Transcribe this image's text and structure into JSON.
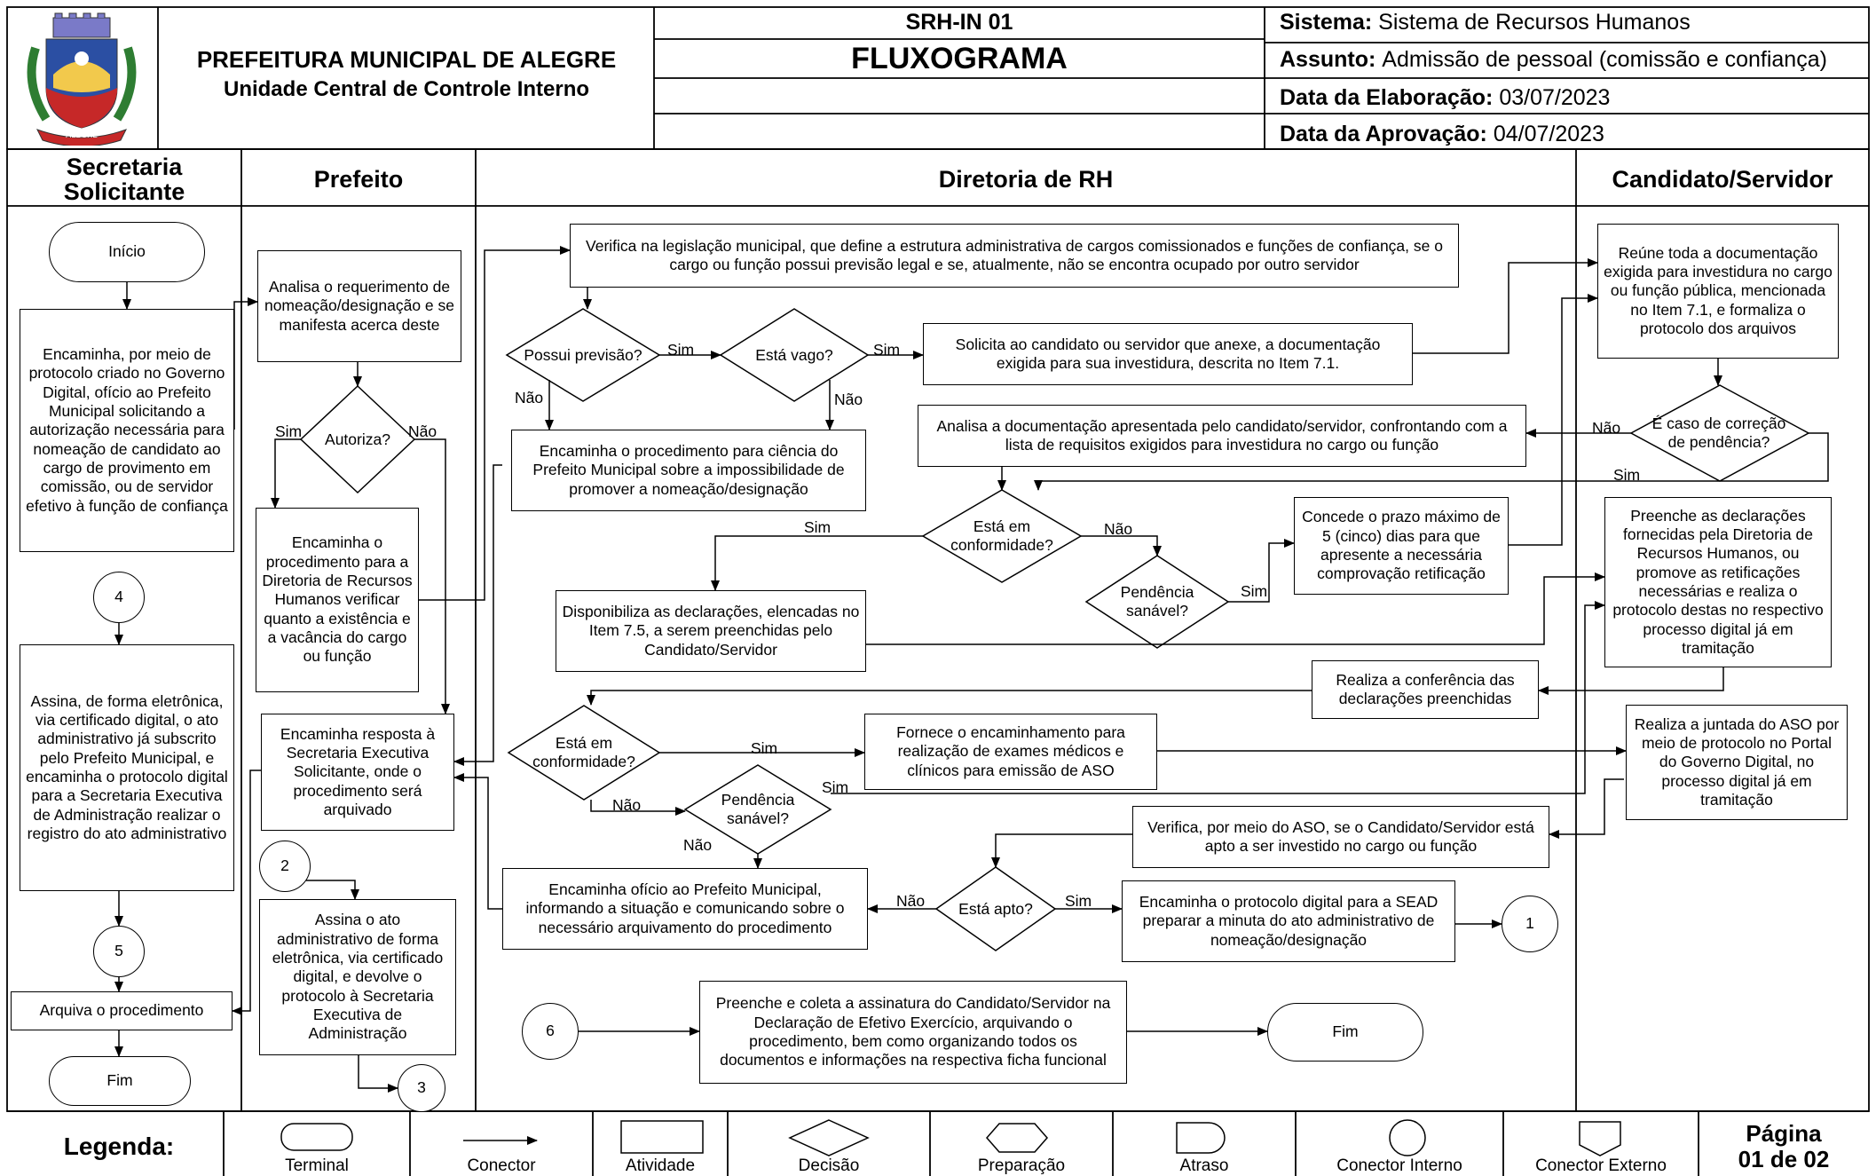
{
  "header": {
    "org_name": "PREFEITURA MUNICIPAL DE ALEGRE",
    "unit_name": "Unidade Central de Controle Interno",
    "code": "SRH-IN 01",
    "doc_type": "FLUXOGRAMA",
    "sistema_label": "Sistema:",
    "sistema_value": "Sistema de Recursos Humanos",
    "assunto_label": "Assunto:",
    "assunto_value": "Admissão de pessoal (comissão e confiança)",
    "elaboracao_label": "Data da Elaboração:",
    "elaboracao_value": "03/07/2023",
    "aprovacao_label": "Data da Aprovação:",
    "aprovacao_value": "04/07/2023",
    "seal_text": "ALEGRE"
  },
  "lanes": {
    "secretaria": "Secretaria Solicitante",
    "prefeito": "Prefeito",
    "rh": "Diretoria de RH",
    "candidato": "Candidato/Servidor"
  },
  "nodes": {
    "inicio": "Início",
    "sec_encaminha": "Encaminha, por meio de protocolo criado no Governo Digital, ofício ao Prefeito Municipal solicitando a autorização necessária para nomeação de candidato ao cargo de provimento em comissão, ou de servidor efetivo à função de confiança",
    "c4": "4",
    "sec_assina": "Assina, de forma eletrônica, via certificado digital, o ato administrativo já subscrito pelo Prefeito Municipal, e encaminha o protocolo digital para a Secretaria Executiva de Administração realizar o registro do ato administrativo",
    "c5": "5",
    "sec_arquiva": "Arquiva o procedimento",
    "sec_fim": "Fim",
    "pref_analisa": "Analisa o requerimento de nomeação/designação e se manifesta acerca deste",
    "pref_autoriza": "Autoriza?",
    "pref_encaminha_rh": "Encaminha o procedimento para a Diretoria de Recursos Humanos verificar quanto a existência e a vacância do cargo ou função",
    "pref_resposta": "Encaminha resposta à Secretaria Executiva Solicitante, onde o procedimento será arquivado",
    "c2": "2",
    "pref_assina": "Assina o ato administrativo de forma eletrônica, via certificado digital, e devolve o protocolo à Secretaria Executiva de Administração",
    "c3": "3",
    "rh_verifica": "Verifica na legislação municipal, que define a estrutura administrativa de cargos comissionados e funções de confiança, se o cargo ou função possui previsão legal e se, atualmente, não se encontra ocupado por outro servidor",
    "rh_possui": "Possui previsão?",
    "rh_vago": "Está vago?",
    "rh_solicita": "Solicita ao candidato ou servidor que anexe, a documentação exigida para sua investidura, descrita no Item 7.1.",
    "rh_impossibilidade": "Encaminha o procedimento para ciência do Prefeito Municipal sobre a impossibilidade de promover a nomeação/designação",
    "rh_analisa_doc": "Analisa a documentação apresentada pelo candidato/servidor, confrontando com a lista de requisitos exigidos para investidura no cargo ou função",
    "rh_conformidade1": "Está em conformidade?",
    "rh_prazo": "Concede o prazo máximo de 5 (cinco) dias para que apresente a necessária comprovação retificação",
    "rh_pendencia1": "Pendência sanável?",
    "rh_disponibiliza": "Disponibiliza as declarações, elencadas no Item 7.5, a serem preenchidas pelo Candidato/Servidor",
    "rh_conferencia": "Realiza a conferência das declarações preenchidas",
    "rh_conformidade2": "Está em conformidade?",
    "rh_fornece": "Fornece o encaminhamento para realização de exames médicos e clínicos para emissão de ASO",
    "rh_pendencia2": "Pendência sanável?",
    "rh_verifica_aso": "Verifica, por meio do ASO, se o Candidato/Servidor está apto a ser investido no cargo ou função",
    "rh_oficio": "Encaminha ofício ao Prefeito Municipal, informando a situação e comunicando sobre o necessário arquivamento do procedimento",
    "rh_apto": "Está apto?",
    "rh_sead": "Encaminha o protocolo digital para a SEAD preparar a minuta do ato administrativo de nomeação/designação",
    "c1": "1",
    "c6": "6",
    "rh_preenche": "Preenche e coleta a assinatura do Candidato/Servidor na Declaração de Efetivo Exercício, arquivando o procedimento, bem como organizando todos os documentos e informações na respectiva ficha funcional",
    "rh_fim": "Fim",
    "cand_reune": "Reúne toda a documentação exigida para investidura no cargo ou função pública, mencionada no Item 7.1, e formaliza o protocolo dos arquivos",
    "cand_correcao": "É caso de correção de pendência?",
    "cand_preenche": "Preenche as declarações fornecidas pela Diretoria de Recursos Humanos, ou promove as retificações necessárias e realiza o protocolo destas no respectivo processo digital já em tramitação",
    "cand_juntada": "Realiza a juntada do ASO por meio de protocolo no Portal do Governo Digital, no processo digital já em tramitação"
  },
  "edge_labels": {
    "sim": "Sim",
    "nao": "Não"
  },
  "legend": {
    "title": "Legenda:",
    "items": [
      "Terminal",
      "Conector",
      "Atividade",
      "Decisão",
      "Preparação",
      "Atraso",
      "Conector Interno",
      "Conector Externo"
    ],
    "page_label": "Página",
    "page_value": "01 de 02"
  }
}
